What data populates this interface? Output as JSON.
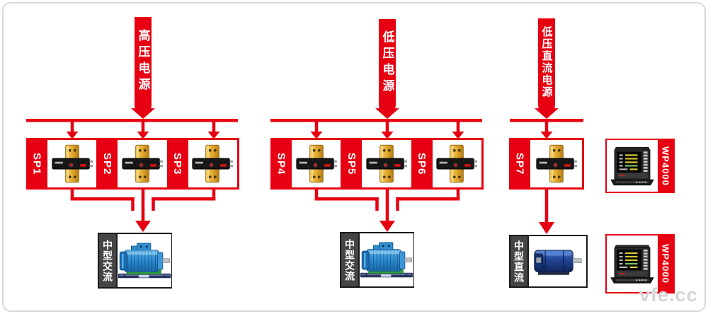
{
  "colors": {
    "accent_red": "#e60012",
    "frame_gray": "#dadada",
    "label_strip_gray": "#454545",
    "box_border_dark": "#1a1a1a"
  },
  "sources": [
    {
      "label": "高压电源"
    },
    {
      "label": "低压电源"
    },
    {
      "label": "低压直流电源"
    }
  ],
  "sp_units": [
    "SP1",
    "SP2",
    "SP3",
    "SP4",
    "SP5",
    "SP6",
    "SP7"
  ],
  "groups": [
    {
      "source": "高压电源",
      "sp": [
        "SP1",
        "SP2",
        "SP3"
      ],
      "load": "中型交流"
    },
    {
      "source": "低压电源",
      "sp": [
        "SP4",
        "SP5",
        "SP6"
      ],
      "load": "中型交流"
    },
    {
      "source": "低压直流电源",
      "sp": [
        "SP7"
      ],
      "load": "中型直流"
    }
  ],
  "loads": [
    {
      "label": "中型交流",
      "type": "ac-motor"
    },
    {
      "label": "中型交流",
      "type": "ac-motor"
    },
    {
      "label": "中型直流",
      "type": "dc-motor"
    }
  ],
  "instruments": [
    {
      "label": "WP4000"
    },
    {
      "label": "WP4000"
    }
  ],
  "watermark": "vfe.cc"
}
